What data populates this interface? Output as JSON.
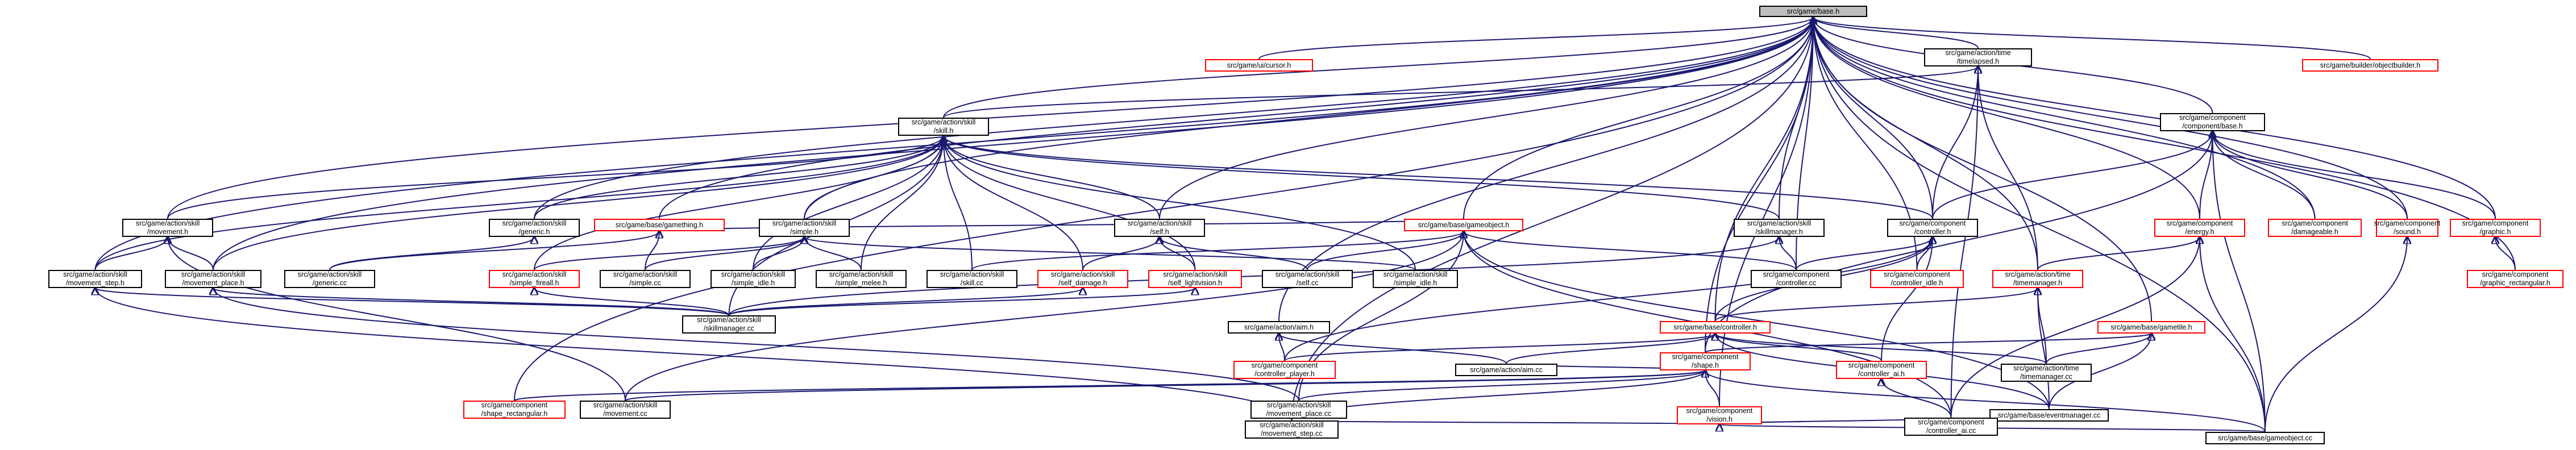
{
  "graph": {
    "title": "",
    "edge_color": "#191970",
    "node_border_default": "#000000",
    "node_border_missing": "#ff0000",
    "focus_fill": "#bfbfbf",
    "nodes": [
      {
        "id": "base",
        "label": [
          "src/game/base.h"
        ],
        "style": "focus"
      },
      {
        "id": "cursor",
        "label": [
          "src/game/ui/cursor.h"
        ],
        "style": "red"
      },
      {
        "id": "timelapsed",
        "label": [
          "src/game/action/time",
          "/timelapsed.h"
        ],
        "style": "normal"
      },
      {
        "id": "objectbuilder",
        "label": [
          "src/game/builder/objectbuilder.h"
        ],
        "style": "red"
      },
      {
        "id": "skill",
        "label": [
          "src/game/action/skill",
          "/skill.h"
        ],
        "style": "normal"
      },
      {
        "id": "compbase",
        "label": [
          "src/game/component",
          "/component/base.h"
        ],
        "style": "normal"
      },
      {
        "id": "movement",
        "label": [
          "src/game/action/skill",
          "/movement.h"
        ],
        "style": "normal"
      },
      {
        "id": "generich",
        "label": [
          "src/game/action/skill",
          "/generic.h"
        ],
        "style": "normal"
      },
      {
        "id": "gamething",
        "label": [
          "src/game/base/gamething.h"
        ],
        "style": "red"
      },
      {
        "id": "simpleh",
        "label": [
          "src/game/action/skill",
          "/simple.h"
        ],
        "style": "normal"
      },
      {
        "id": "self",
        "label": [
          "src/game/action/skill",
          "/self.h"
        ],
        "style": "normal"
      },
      {
        "id": "gameobject",
        "label": [
          "src/game/base/gameobject.h"
        ],
        "style": "red"
      },
      {
        "id": "skillmanager",
        "label": [
          "src/game/action/skill",
          "/skillmanager.h"
        ],
        "style": "normal"
      },
      {
        "id": "controllerh",
        "label": [
          "src/game/component",
          "/controller.h"
        ],
        "style": "normal"
      },
      {
        "id": "energy",
        "label": [
          "src/game/component",
          "/energy.h"
        ],
        "style": "red"
      },
      {
        "id": "damageable",
        "label": [
          "src/game/component",
          "/damageable.h"
        ],
        "style": "red"
      },
      {
        "id": "graphic",
        "label": [
          "src/game/component",
          "/graphic.h"
        ],
        "style": "red"
      },
      {
        "id": "sound",
        "label": [
          "src/game/component",
          "/sound.h"
        ],
        "style": "red"
      },
      {
        "id": "movstep",
        "label": [
          "src/game/action/skill",
          "/movement_step.h"
        ],
        "style": "normal"
      },
      {
        "id": "movplace",
        "label": [
          "src/game/action/skill",
          "/movement_place.h"
        ],
        "style": "normal"
      },
      {
        "id": "genericcc",
        "label": [
          "src/game/action/skill",
          "/generic.cc"
        ],
        "style": "normal"
      },
      {
        "id": "simpleft",
        "label": [
          "src/game/action/skill",
          "/simple_fireall.h"
        ],
        "style": "red"
      },
      {
        "id": "simplecc",
        "label": [
          "src/game/action/skill",
          "/simple.cc"
        ],
        "style": "normal"
      },
      {
        "id": "simpleidle",
        "label": [
          "src/game/action/skill",
          "/simple_idle.h"
        ],
        "style": "normal"
      },
      {
        "id": "simplemelee",
        "label": [
          "src/game/action/skill",
          "/simple_melee.h"
        ],
        "style": "normal"
      },
      {
        "id": "simpleidle2",
        "label": [
          "src/game/action/skill",
          "/simple_idle.h"
        ],
        "style": "normal"
      },
      {
        "id": "skillcc",
        "label": [
          "src/game/action/skill",
          "/skill.cc"
        ],
        "style": "normal"
      },
      {
        "id": "selfdamage",
        "label": [
          "src/game/action/skill",
          "/self_damage.h"
        ],
        "style": "red"
      },
      {
        "id": "selflight",
        "label": [
          "src/game/action/skill",
          "/self_lightvision.h"
        ],
        "style": "red"
      },
      {
        "id": "selfcc",
        "label": [
          "src/game/action/skill",
          "/self.cc"
        ],
        "style": "normal"
      },
      {
        "id": "ctrlcc",
        "label": [
          "src/game/component",
          "/controller.cc"
        ],
        "style": "normal"
      },
      {
        "id": "ctrlidle",
        "label": [
          "src/game/component",
          "/controller_idle.h"
        ],
        "style": "red"
      },
      {
        "id": "timemanager",
        "label": [
          "src/game/action/time",
          "/timemanager.h"
        ],
        "style": "red"
      },
      {
        "id": "graphicrect",
        "label": [
          "src/game/component",
          "/graphic_rectangular.h"
        ],
        "style": "red"
      },
      {
        "id": "skillmanagercc",
        "label": [
          "src/game/action/skill",
          "/skillmanager.cc"
        ],
        "style": "normal"
      },
      {
        "id": "aimh",
        "label": [
          "src/game/action/aim.h"
        ],
        "style": "normal"
      },
      {
        "id": "controllerhb",
        "label": [
          "src/game/base/controller.h"
        ],
        "style": "red"
      },
      {
        "id": "gametile",
        "label": [
          "src/game/base/gametile.h"
        ],
        "style": "red"
      },
      {
        "id": "ctrlplayer",
        "label": [
          "src/game/component",
          "/controller_player.h"
        ],
        "style": "red"
      },
      {
        "id": "aimcc",
        "label": [
          "src/game/action/aim.cc"
        ],
        "style": "normal"
      },
      {
        "id": "shape",
        "label": [
          "src/game/component",
          "/shape.h"
        ],
        "style": "red"
      },
      {
        "id": "ctrlai",
        "label": [
          "src/game/component",
          "/controller_ai.h"
        ],
        "style": "red"
      },
      {
        "id": "timemanagercc",
        "label": [
          "src/game/action/time",
          "/timemanager.cc"
        ],
        "style": "normal"
      },
      {
        "id": "shaperect",
        "label": [
          "src/game/component",
          "/shape_rectangular.h"
        ],
        "style": "red"
      },
      {
        "id": "movementcc",
        "label": [
          "src/game/action/skill",
          "/movement.cc"
        ],
        "style": "normal"
      },
      {
        "id": "movplacecc",
        "label": [
          "src/game/action/skill",
          "/movement_place.cc"
        ],
        "style": "normal"
      },
      {
        "id": "eventmanager",
        "label": [
          "src/game/base/eventmanager.cc"
        ],
        "style": "normal"
      },
      {
        "id": "vision",
        "label": [
          "src/game/component",
          "/vision.h"
        ],
        "style": "red"
      },
      {
        "id": "movstepcc",
        "label": [
          "src/game/action/skill",
          "/movement_step.cc"
        ],
        "style": "normal"
      },
      {
        "id": "ctrlaicc",
        "label": [
          "src/game/component",
          "/controller_ai.cc"
        ],
        "style": "normal"
      },
      {
        "id": "gameobjectcc",
        "label": [
          "src/game/base/gameobject.cc"
        ],
        "style": "normal"
      }
    ],
    "edges": [
      [
        "cursor",
        "base"
      ],
      [
        "timelapsed",
        "base"
      ],
      [
        "objectbuilder",
        "base"
      ],
      [
        "skill",
        "base"
      ],
      [
        "compbase",
        "base"
      ],
      [
        "movement",
        "base"
      ],
      [
        "generich",
        "base"
      ],
      [
        "gamething",
        "base"
      ],
      [
        "simpleh",
        "base"
      ],
      [
        "self",
        "base"
      ],
      [
        "gameobject",
        "base"
      ],
      [
        "skillmanager",
        "base"
      ],
      [
        "controllerh",
        "base"
      ],
      [
        "energy",
        "base"
      ],
      [
        "damageable",
        "base"
      ],
      [
        "graphic",
        "base"
      ],
      [
        "sound",
        "base"
      ],
      [
        "graphicrect",
        "base"
      ],
      [
        "timemanager",
        "base"
      ],
      [
        "aimh",
        "base"
      ],
      [
        "controllerhb",
        "base"
      ],
      [
        "gametile",
        "base"
      ],
      [
        "shaperect",
        "base"
      ],
      [
        "movstepcc",
        "base"
      ],
      [
        "gameobjectcc",
        "base"
      ],
      [
        "movstep",
        "base"
      ],
      [
        "movplace",
        "base"
      ],
      [
        "ctrlidle",
        "base"
      ],
      [
        "ctrlcc",
        "base"
      ],
      [
        "shape",
        "base"
      ],
      [
        "vision",
        "base"
      ],
      [
        "skill",
        "timelapsed"
      ],
      [
        "controllerh",
        "timelapsed"
      ],
      [
        "timemanager",
        "timelapsed"
      ],
      [
        "ctrlaicc",
        "timelapsed"
      ],
      [
        "movement",
        "skill"
      ],
      [
        "generich",
        "skill"
      ],
      [
        "simpleh",
        "skill"
      ],
      [
        "self",
        "skill"
      ],
      [
        "skillmanager",
        "skill"
      ],
      [
        "controllerh",
        "skill"
      ],
      [
        "movstep",
        "skill"
      ],
      [
        "movplace",
        "skill"
      ],
      [
        "simpleft",
        "skill"
      ],
      [
        "simpleidle",
        "skill"
      ],
      [
        "simplemelee",
        "skill"
      ],
      [
        "simpleidle2",
        "skill"
      ],
      [
        "skillcc",
        "skill"
      ],
      [
        "selfdamage",
        "skill"
      ],
      [
        "selflight",
        "skill"
      ],
      [
        "skillmanagercc",
        "skill"
      ],
      [
        "genericcc",
        "generich"
      ],
      [
        "simplecc",
        "simpleh"
      ],
      [
        "simpleft",
        "simpleh"
      ],
      [
        "simpleidle",
        "simpleh"
      ],
      [
        "simplemelee",
        "simpleh"
      ],
      [
        "simpleidle2",
        "simpleh"
      ],
      [
        "genericcc",
        "gamething"
      ],
      [
        "simplecc",
        "gamething"
      ],
      [
        "selfcc",
        "self"
      ],
      [
        "selfdamage",
        "self"
      ],
      [
        "selflight",
        "self"
      ],
      [
        "movstep",
        "movement"
      ],
      [
        "movplace",
        "movement"
      ],
      [
        "movementcc",
        "movement"
      ],
      [
        "skillmanagercc",
        "skillmanager"
      ],
      [
        "ctrlcc",
        "skillmanager"
      ],
      [
        "controllerh",
        "compbase"
      ],
      [
        "energy",
        "compbase"
      ],
      [
        "damageable",
        "compbase"
      ],
      [
        "graphic",
        "compbase"
      ],
      [
        "sound",
        "compbase"
      ],
      [
        "shape",
        "compbase"
      ],
      [
        "gameobjectcc",
        "compbase"
      ],
      [
        "ctrlcc",
        "controllerh"
      ],
      [
        "ctrlidle",
        "controllerh"
      ],
      [
        "controllerhb",
        "controllerh"
      ],
      [
        "ctrlai",
        "controllerh"
      ],
      [
        "ctrlplayer",
        "controllerh"
      ],
      [
        "timemanager",
        "energy"
      ],
      [
        "ctrlaicc",
        "energy"
      ],
      [
        "gameobjectcc",
        "energy"
      ],
      [
        "graphicrect",
        "graphic"
      ],
      [
        "gameobjectcc",
        "sound"
      ],
      [
        "timemanagercc",
        "timemanager"
      ],
      [
        "eventmanager",
        "timemanager"
      ],
      [
        "controllerhb",
        "timemanager"
      ],
      [
        "skillmanagercc",
        "movstep"
      ],
      [
        "movstepcc",
        "movstep"
      ],
      [
        "skillmanagercc",
        "movplace"
      ],
      [
        "movplacecc",
        "movplace"
      ],
      [
        "skillmanagercc",
        "simpleft"
      ],
      [
        "skillmanagercc",
        "selfdamage"
      ],
      [
        "skillmanagercc",
        "selflight"
      ],
      [
        "ctrlplayer",
        "aimh"
      ],
      [
        "aimcc",
        "aimh"
      ],
      [
        "ctrlplayer",
        "controllerhb"
      ],
      [
        "aimcc",
        "controllerhb"
      ],
      [
        "ctrlai",
        "controllerhb"
      ],
      [
        "timemanagercc",
        "controllerhb"
      ],
      [
        "eventmanager",
        "controllerhb"
      ],
      [
        "shape",
        "gametile"
      ],
      [
        "eventmanager",
        "gametile"
      ],
      [
        "timemanagercc",
        "gametile"
      ],
      [
        "shaperect",
        "shape"
      ],
      [
        "movementcc",
        "shape"
      ],
      [
        "movplacecc",
        "shape"
      ],
      [
        "vision",
        "shape"
      ],
      [
        "movstepcc",
        "shape"
      ],
      [
        "gameobjectcc",
        "shape"
      ],
      [
        "aimcc",
        "shape"
      ],
      [
        "ctrlaicc",
        "ctrlai"
      ],
      [
        "ctrlaicc",
        "vision"
      ],
      [
        "movstepcc",
        "vision"
      ],
      [
        "gameobjectcc",
        "vision"
      ],
      [
        "gameobject",
        "gamething"
      ],
      [
        "movementcc",
        "gameobject"
      ],
      [
        "movplacecc",
        "gameobject"
      ],
      [
        "ctrlaicc",
        "gameobject"
      ],
      [
        "eventmanager",
        "gameobject"
      ],
      [
        "skillcc",
        "gameobject"
      ],
      [
        "selfcc",
        "gameobject"
      ],
      [
        "ctrlcc",
        "gameobject"
      ]
    ]
  }
}
